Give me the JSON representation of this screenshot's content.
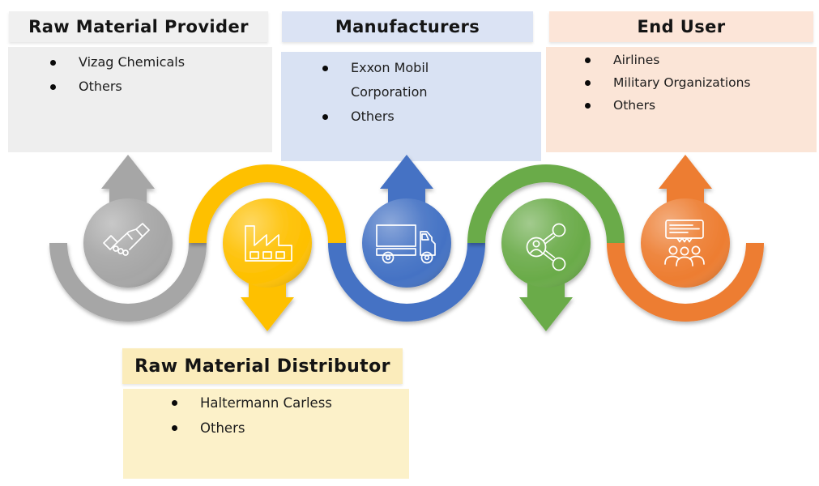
{
  "boxes": {
    "raw_material_provider": {
      "title": "Raw Material Provider",
      "items": [
        "Vizag Chemicals",
        "Others"
      ],
      "header_bg": "#f0f0f0",
      "body_bg": "#eeeeee"
    },
    "manufacturers": {
      "title": "Manufacturers",
      "items": [
        "Exxon Mobil Corporation",
        "Others"
      ],
      "header_bg": "#dbe3f4",
      "body_bg": "#d9e2f3"
    },
    "end_user": {
      "title": "End User",
      "items": [
        "Airlines",
        "Military Organizations",
        "Others"
      ],
      "header_bg": "#fce5d8",
      "body_bg": "#fbe5d7"
    },
    "raw_material_distributor": {
      "title": "Raw Material Distributor",
      "items": [
        "Haltermann Carless",
        "Others"
      ],
      "header_bg": "#fbecbb",
      "body_bg": "#fcf1c9"
    }
  },
  "chain": {
    "nodes": [
      {
        "name": "raw-material-provider",
        "icon": "handshake-icon",
        "color": "#a6a6a6",
        "arrow_direction": "up"
      },
      {
        "name": "raw-material-distributor",
        "icon": "factory-icon",
        "color": "#fec000",
        "arrow_direction": "down"
      },
      {
        "name": "manufacturers",
        "icon": "truck-icon",
        "color": "#4472c4",
        "arrow_direction": "up"
      },
      {
        "name": "distribution",
        "icon": "share-icon",
        "color": "#6aab49",
        "arrow_direction": "down"
      },
      {
        "name": "end-user",
        "icon": "audience-icon",
        "color": "#ed7d31",
        "arrow_direction": "up"
      }
    ]
  }
}
